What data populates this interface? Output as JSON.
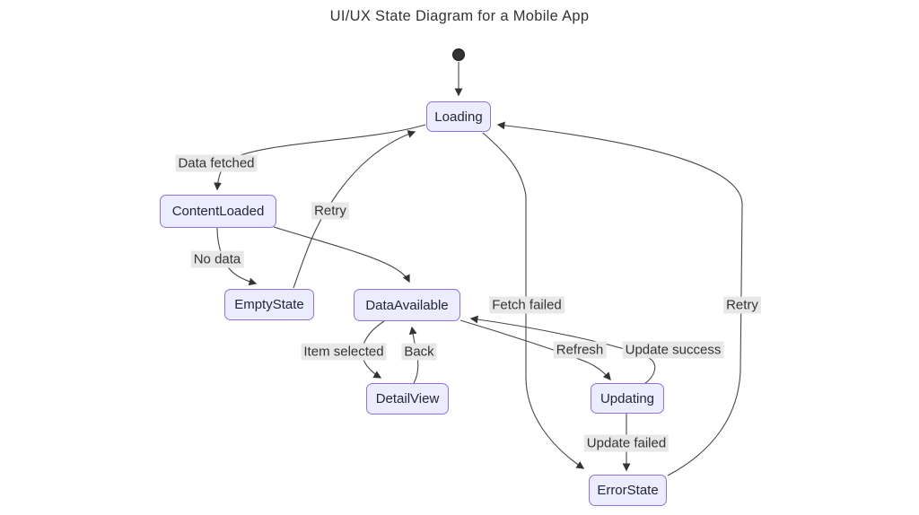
{
  "title": "UI/UX State Diagram for a Mobile App",
  "diagram_type": "state-diagram",
  "colors": {
    "node_fill": "#ECECFF",
    "node_border": "#9370DB",
    "edge_line": "#474747",
    "edge_label_bg": "#e8e8e8",
    "text": "#333333",
    "initial_dot": "#333333",
    "background": "#ffffff"
  },
  "nodes": {
    "initial": {
      "label": "",
      "type": "initial-state"
    },
    "loading": {
      "label": "Loading"
    },
    "content_loaded": {
      "label": "ContentLoaded"
    },
    "empty_state": {
      "label": "EmptyState"
    },
    "data_available": {
      "label": "DataAvailable"
    },
    "detail_view": {
      "label": "DetailView"
    },
    "updating": {
      "label": "Updating"
    },
    "error_state": {
      "label": "ErrorState"
    }
  },
  "edges": {
    "initial_to_loading": {
      "from": "[*]",
      "to": "Loading",
      "label": ""
    },
    "loading_to_content": {
      "from": "Loading",
      "to": "ContentLoaded",
      "label": "Data fetched"
    },
    "content_to_empty": {
      "from": "ContentLoaded",
      "to": "EmptyState",
      "label": "No data"
    },
    "content_to_dataavail": {
      "from": "ContentLoaded",
      "to": "DataAvailable",
      "label": ""
    },
    "empty_to_loading": {
      "from": "EmptyState",
      "to": "Loading",
      "label": "Retry"
    },
    "dataavail_to_detail": {
      "from": "DataAvailable",
      "to": "DetailView",
      "label": "Item selected"
    },
    "detail_to_dataavail": {
      "from": "DetailView",
      "to": "DataAvailable",
      "label": "Back"
    },
    "dataavail_to_updating": {
      "from": "DataAvailable",
      "to": "Updating",
      "label": "Refresh"
    },
    "updating_to_dataavail": {
      "from": "Updating",
      "to": "DataAvailable",
      "label": "Update success"
    },
    "loading_to_error": {
      "from": "Loading",
      "to": "ErrorState",
      "label": "Fetch failed"
    },
    "updating_to_error": {
      "from": "Updating",
      "to": "ErrorState",
      "label": "Update failed"
    },
    "error_to_loading": {
      "from": "ErrorState",
      "to": "Loading",
      "label": "Retry"
    }
  }
}
